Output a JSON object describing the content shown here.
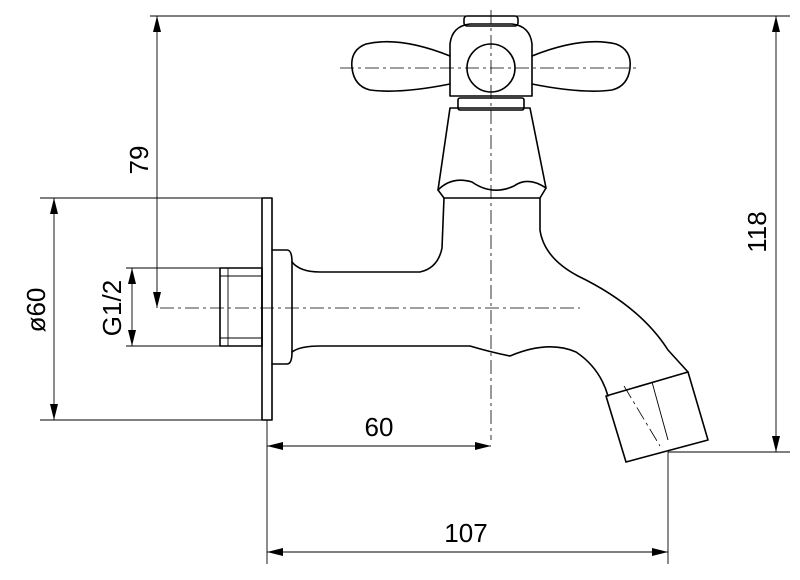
{
  "dimensions": {
    "top_height": "79",
    "total_height": "118",
    "flange_diameter": "ø60",
    "thread": "G1/2",
    "spout_center_offset": "60",
    "total_length": "107"
  }
}
